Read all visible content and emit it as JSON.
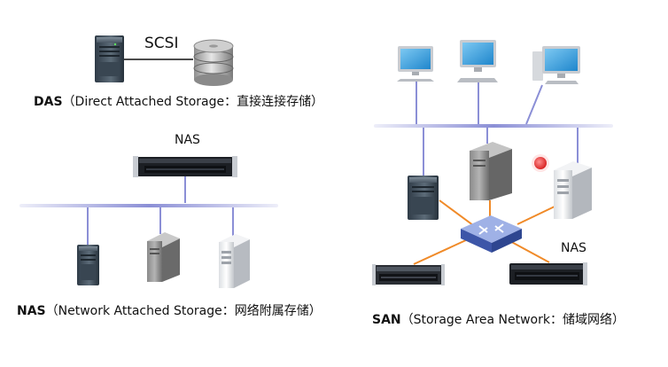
{
  "das": {
    "link_label": "SCSI",
    "caption": {
      "abbr": "DAS",
      "full": "（Direct Attached Storage：直接连接存储）"
    }
  },
  "nas": {
    "device_label": "NAS",
    "caption": {
      "abbr": "NAS",
      "full": "（Network Attached Storage：网络附属存储）"
    }
  },
  "san": {
    "nas_label": "NAS",
    "caption": {
      "abbr": "SAN",
      "full": "（Storage Area Network：储域网络）"
    }
  },
  "colors": {
    "bus": "#8b8fd6",
    "fc_link": "#f08a28",
    "switch": "#5a73c4",
    "screen": "#3aa6e6",
    "red_dot": "#e83b3b"
  }
}
